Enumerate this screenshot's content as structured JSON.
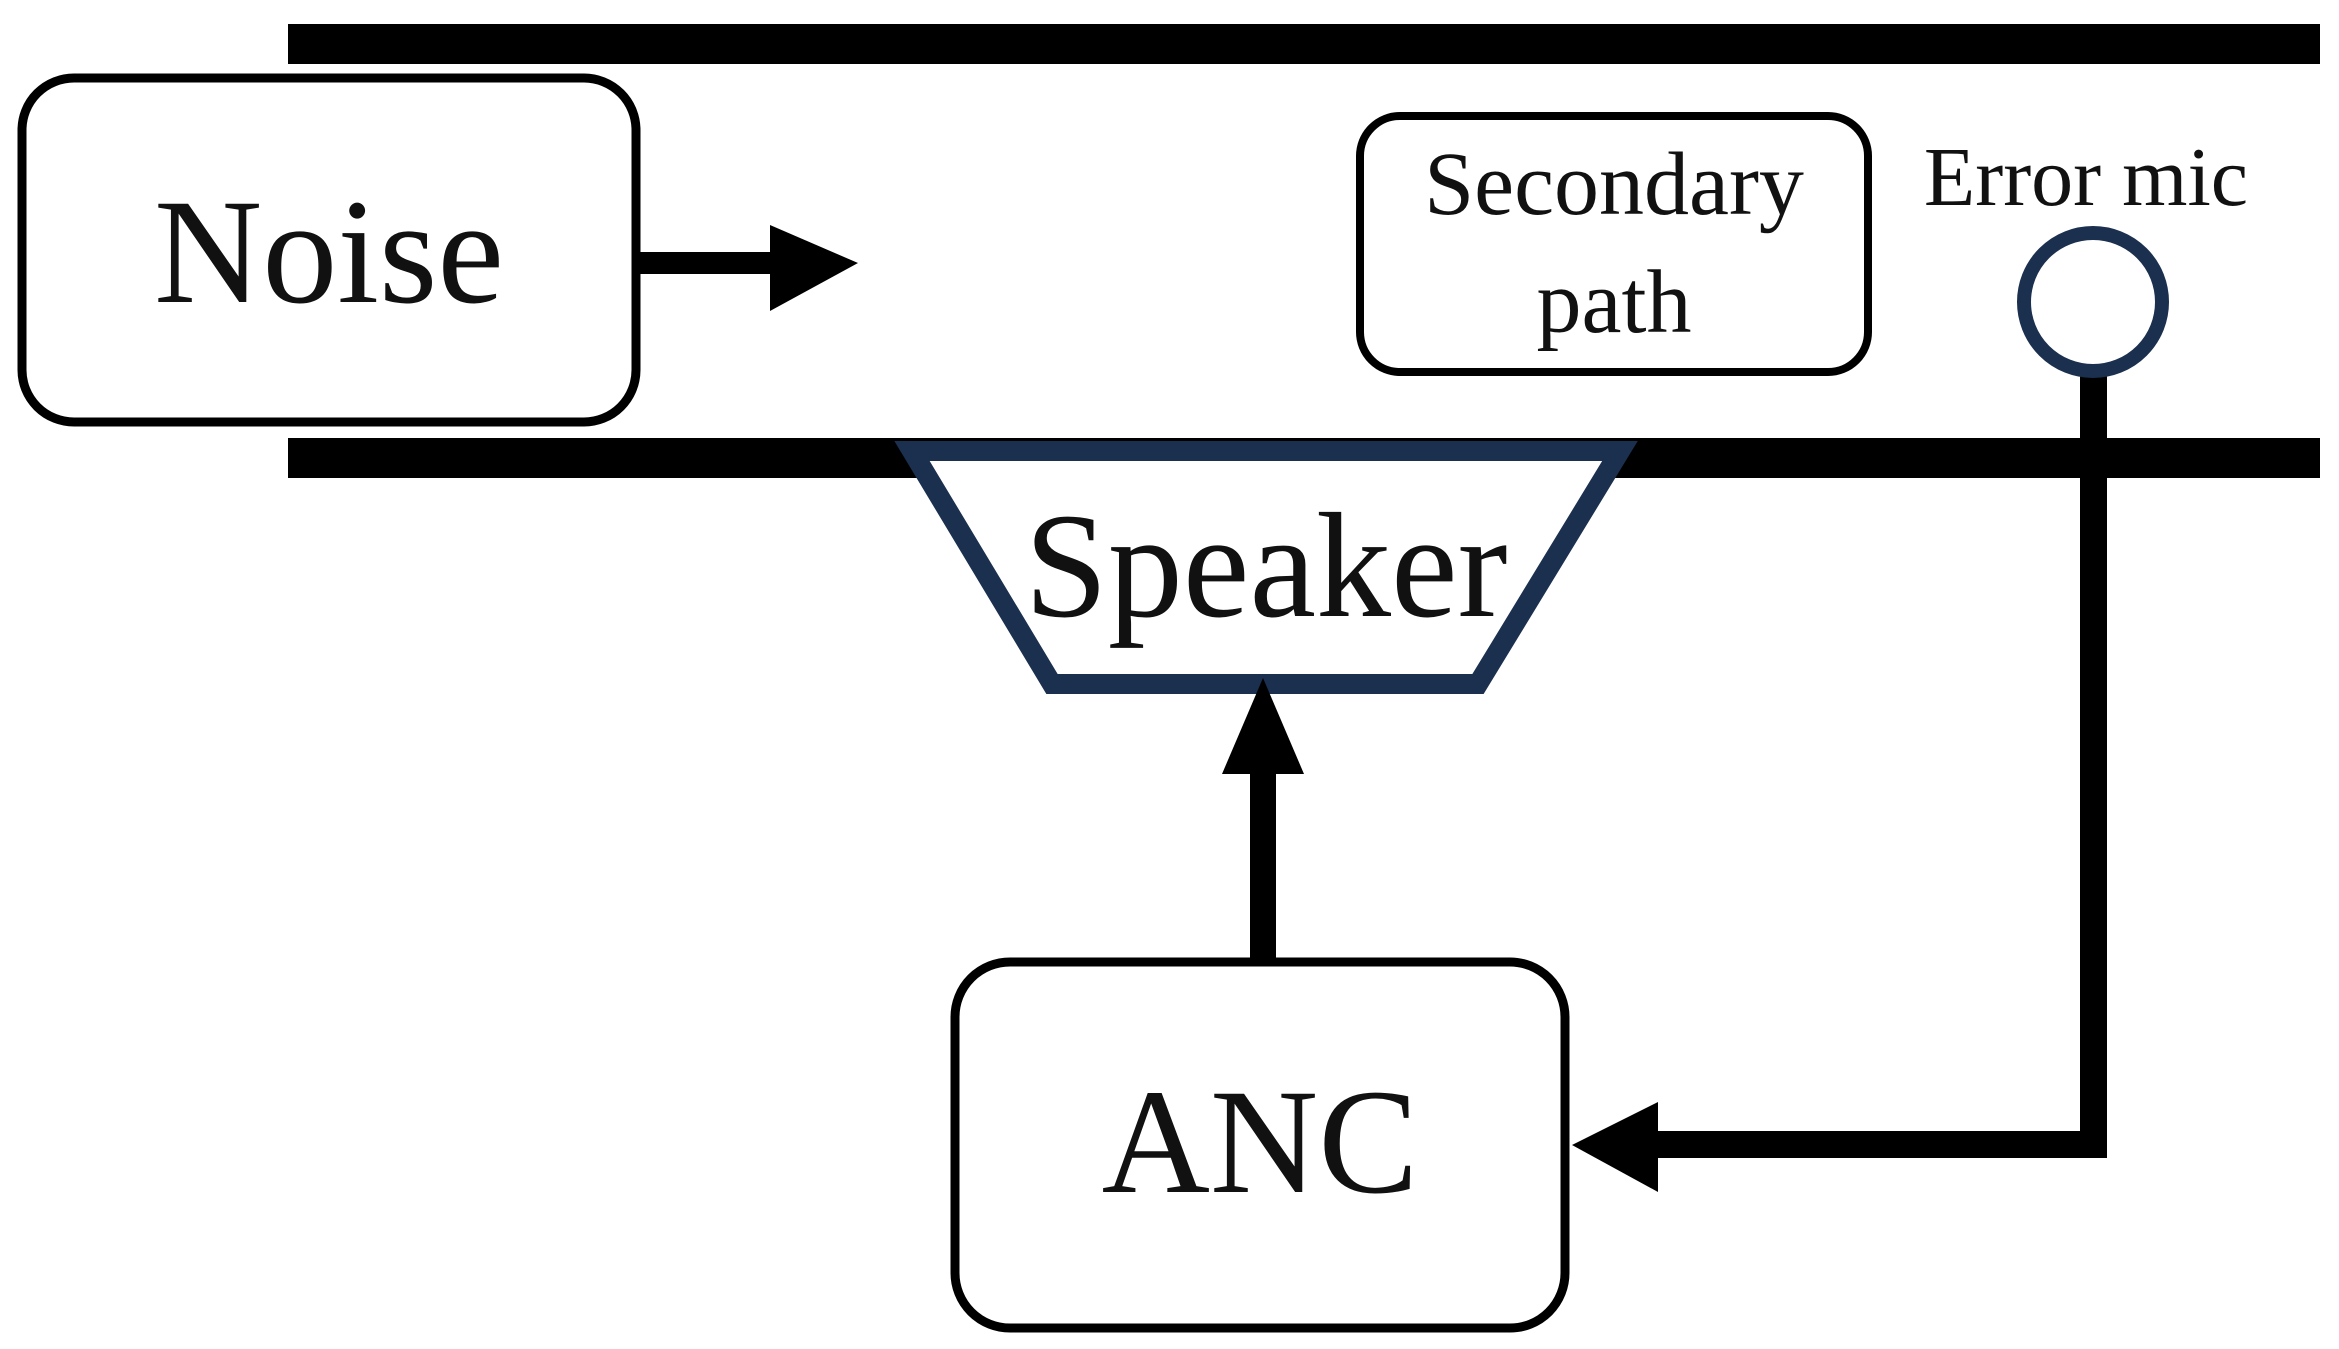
{
  "labels": {
    "noise": "Noise",
    "secondary_path_line1": "Secondary",
    "secondary_path_line2": "path",
    "error_mic": "Error mic",
    "speaker": "Speaker",
    "anc": "ANC"
  },
  "colors": {
    "line": "#000000",
    "speaker_outline": "#1b2f4e",
    "mic_outline": "#1b2f4e",
    "text": "#111111",
    "background": "#ffffff"
  }
}
